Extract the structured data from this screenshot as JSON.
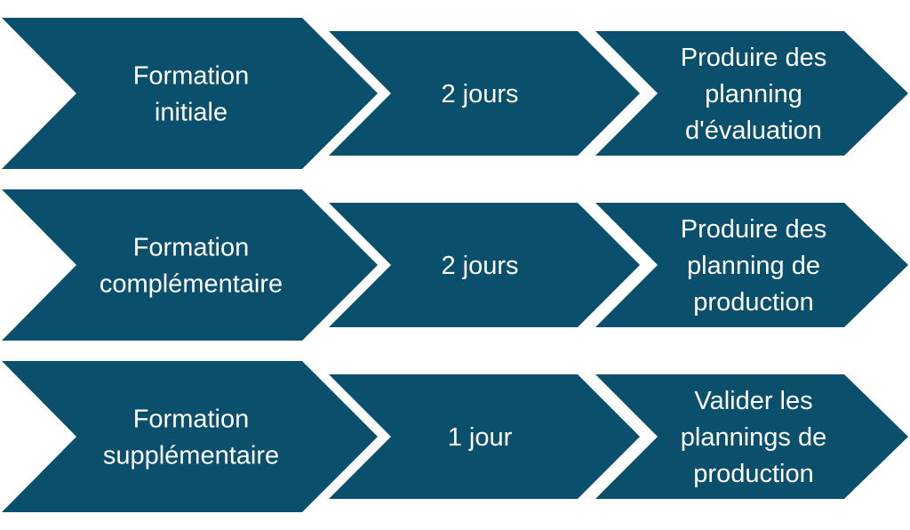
{
  "colors": {
    "chevron_fill": "#0a4f6b",
    "text": "#ffffff",
    "background": "#ffffff"
  },
  "rows": [
    {
      "formation": [
        "Formation",
        "initiale"
      ],
      "duration": [
        "2 jours"
      ],
      "outcome": [
        "Produire des",
        "planning",
        "d'évaluation"
      ]
    },
    {
      "formation": [
        "Formation",
        "complémentaire"
      ],
      "duration": [
        "2 jours"
      ],
      "outcome": [
        "Produire des",
        "planning de",
        "production"
      ]
    },
    {
      "formation": [
        "Formation",
        "supplémentaire"
      ],
      "duration": [
        "1 jour"
      ],
      "outcome": [
        "Valider les",
        "plannings de",
        "production"
      ]
    }
  ]
}
